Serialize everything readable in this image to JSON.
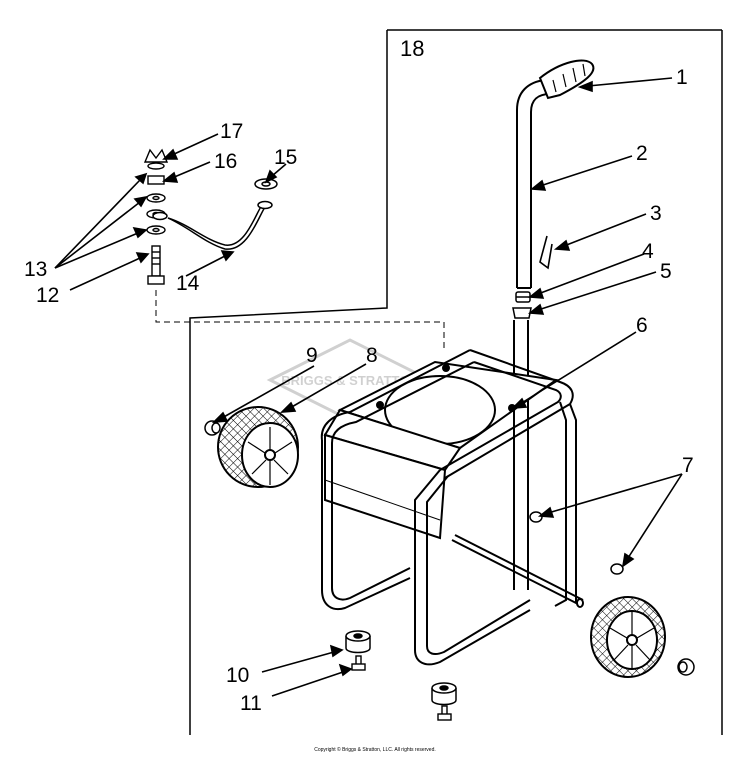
{
  "diagram": {
    "frame_label": "18",
    "callouts": [
      "1",
      "2",
      "3",
      "4",
      "5",
      "6",
      "7",
      "8",
      "9",
      "10",
      "11",
      "12",
      "13",
      "14",
      "15",
      "16",
      "17"
    ],
    "copyright": "Copyright © Briggs & Stratton, LLC. All rights reserved.",
    "watermark": "BRIGGS & STRATTON"
  }
}
